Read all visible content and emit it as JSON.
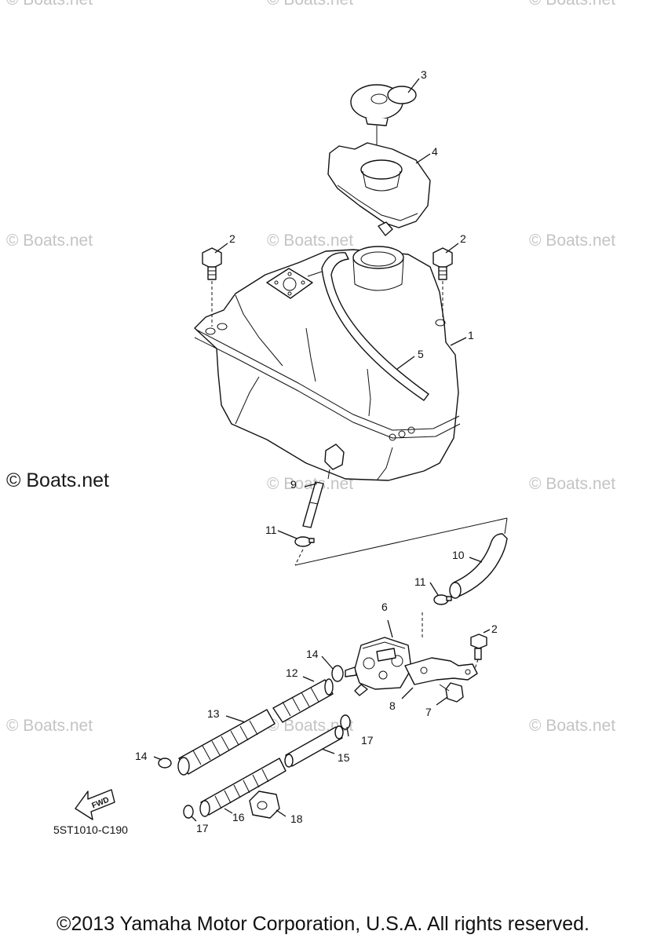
{
  "watermark": {
    "text": "© Boats.net",
    "main_text": "© Boats.net"
  },
  "figure_code": "5ST1010-C190",
  "fwd_label": "FWD",
  "copyright": "©2013 Yamaha Motor Corporation, U.S.A. All rights reserved.",
  "callouts": [
    "1",
    "2",
    "2",
    "2",
    "3",
    "4",
    "5",
    "6",
    "7",
    "8",
    "9",
    "10",
    "11",
    "11",
    "12",
    "13",
    "14",
    "14",
    "15",
    "16",
    "17",
    "17",
    "18"
  ]
}
